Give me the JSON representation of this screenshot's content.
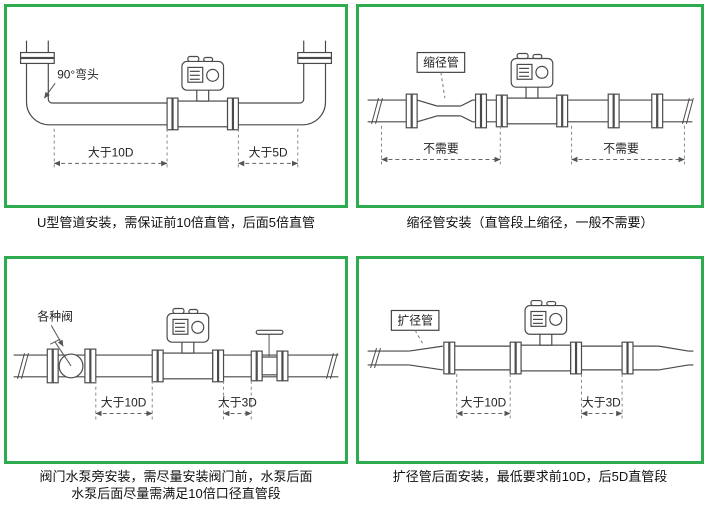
{
  "page": {
    "accent_color": "#2eab4f"
  },
  "panels": {
    "u_pipe": {
      "elbow_label": "90°弯头",
      "dim_left": "大于10D",
      "dim_right": "大于5D",
      "caption": "U型管道安装，需保证前10倍直管，后面5倍直管"
    },
    "reducer": {
      "tag": "缩径管",
      "dim_left": "不需要",
      "dim_right": "不需要",
      "caption": "缩径管安装（直管段上缩径，一般不需要）"
    },
    "valve": {
      "tag": "各种阀",
      "dim_left": "大于10D",
      "dim_right": "大于3D",
      "caption_line1": "阀门水泵旁安装，需尽量安装阀门前，水泵后面",
      "caption_line2": "水泵后面尽量需满足10倍口径直管段"
    },
    "expander": {
      "tag": "扩径管",
      "dim_left": "大于10D",
      "dim_right": "大于3D",
      "caption": "扩径管后面安装，最低要求前10D，后5D直管段"
    }
  }
}
